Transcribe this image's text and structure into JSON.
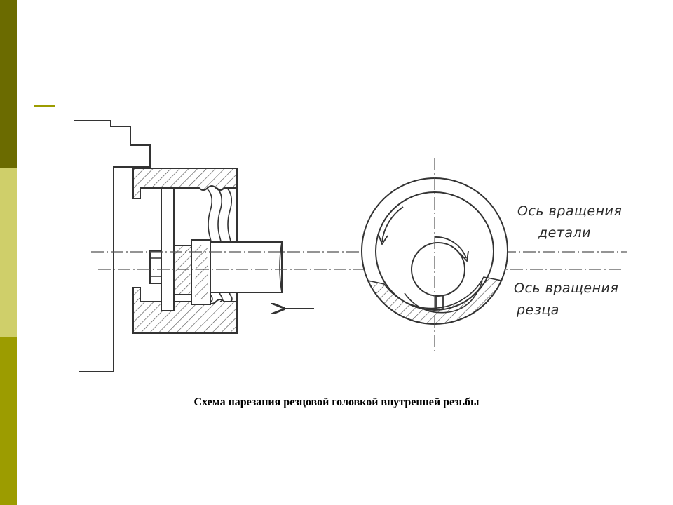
{
  "caption": "Схема нарезания резцовой головкой внутренней резьбы",
  "labels": {
    "part_axis_line1": "Ось вращения",
    "part_axis_line2": "детали",
    "cutter_axis_line1": "Ось вращения",
    "cutter_axis_line2": "резца"
  },
  "colors": {
    "sidebar_dark": "#6b6b00",
    "sidebar_light": "#cfcf6a",
    "sidebar_mid": "#9c9c00",
    "accent": "#9c9c00"
  },
  "icons": [
    "feed-arrow-icon",
    "rotation-arrow-icon"
  ]
}
